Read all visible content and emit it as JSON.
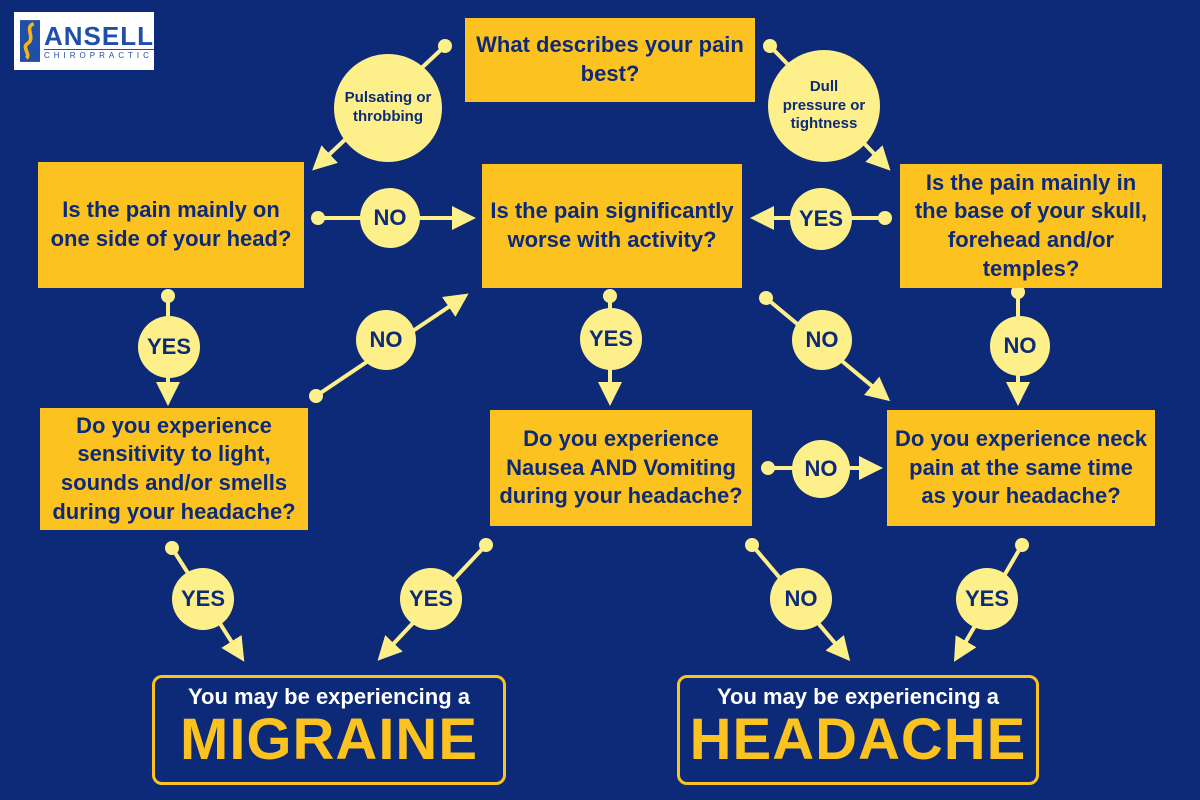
{
  "logo": {
    "name": "ANSELL",
    "sub": "CHIROPRACTIC"
  },
  "questions": {
    "q1": "What describes your pain best?",
    "q2": "Is the pain mainly on one side of your head?",
    "q3": "Is the pain significantly worse with activity?",
    "q4": "Is the pain mainly in the base of your skull, forehead and/or temples?",
    "q5": "Do you experience sensitivity to light, sounds and/or smells during your headache?",
    "q6": "Do you experience Nausea AND Vomiting during your headache?",
    "q7": "Do you experience neck pain at the same time as your headache?"
  },
  "labels": {
    "pulsating": "Pulsating or throbbing",
    "dull": "Dull pressure or tightness",
    "yes": "YES",
    "no": "NO"
  },
  "results": {
    "migraine": {
      "pre": "You may be experiencing a",
      "big": "MIGRAINE"
    },
    "headache": {
      "pre": "You may be experiencing a",
      "big": "HEADACHE"
    }
  },
  "colors": {
    "background": "#0d2a78",
    "box": "#fcc320",
    "circle": "#fdf08a",
    "connector": "#fdf08a"
  }
}
